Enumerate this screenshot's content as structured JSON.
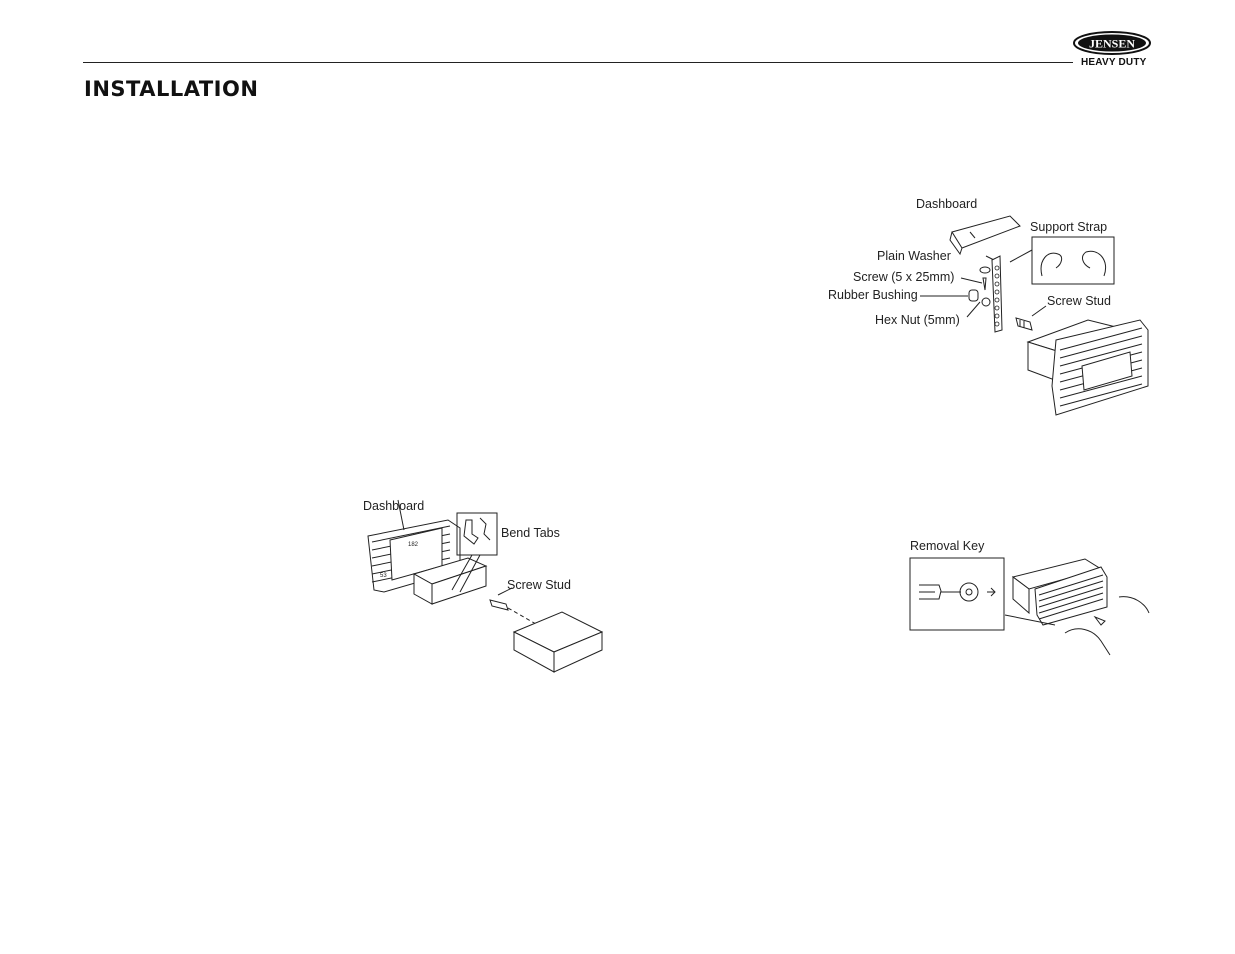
{
  "header": {
    "brand": "JENSEN",
    "brand_sub": "HEAVY DUTY",
    "section_title": "INSTALLATION"
  },
  "figure_dash_mount": {
    "labels": {
      "dashboard": "Dashboard",
      "bend_tabs": "Bend Tabs",
      "screw_stud": "Screw Stud",
      "dim_width": "182",
      "dim_height": "53"
    }
  },
  "figure_rear_support": {
    "labels": {
      "dashboard": "Dashboard",
      "support_strap": "Support Strap",
      "plain_washer": "Plain Washer",
      "screw": "Screw (5 x 25mm)",
      "rubber_bushing": "Rubber Bushing",
      "hex_nut": "Hex Nut (5mm)",
      "screw_stud": "Screw Stud"
    }
  },
  "figure_removal": {
    "labels": {
      "removal_key": "Removal Key"
    }
  }
}
